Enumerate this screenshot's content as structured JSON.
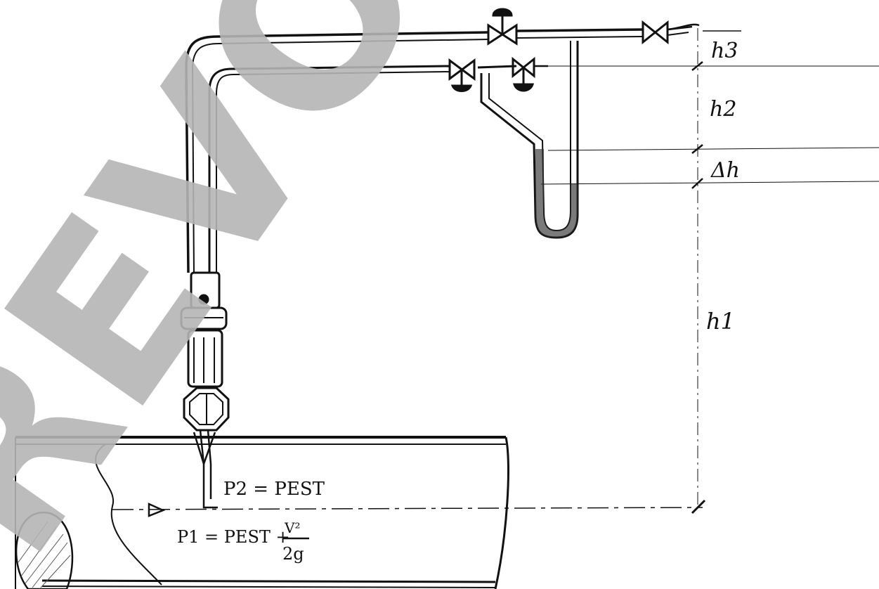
{
  "labels": {
    "h3": "h3",
    "h2": "h2",
    "dh": "Δh",
    "h1": "h1"
  },
  "equations": {
    "p2": "P2 = PEST",
    "p1_lhs": "P1 = PEST +",
    "p1_num": "V²",
    "p1_den": "2g"
  },
  "watermark": "REVOC",
  "colors": {
    "ink": "#111111",
    "watermark": "#b5b5b5"
  }
}
